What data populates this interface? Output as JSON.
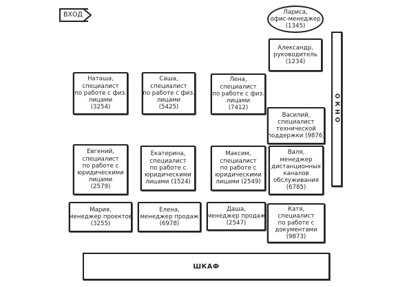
{
  "entrance": {
    "label": "ВХОД"
  },
  "window": {
    "label": "ОКНО"
  },
  "cabinet": {
    "label": "ШКАФ"
  },
  "office_manager": {
    "lines": [
      "Лариса,",
      "офис-менеджер",
      "(1345)"
    ]
  },
  "desks": {
    "alexander": {
      "lines": [
        "Александр,",
        "руководитель",
        "(1234)"
      ]
    },
    "natasha": {
      "lines": [
        "Наташа,",
        "специалист",
        "по работе с физ.",
        "лицами",
        "(3254)"
      ]
    },
    "sasha": {
      "lines": [
        "Саша,",
        "специалист",
        "по работе с физ.",
        "лицами",
        "(5425)"
      ]
    },
    "lena": {
      "lines": [
        "Лена,",
        "специалист",
        "по работе с физ.",
        "лицами",
        "(7412)"
      ]
    },
    "vasily": {
      "lines": [
        "Василий,",
        "специалист",
        "технической",
        "поддержки (9876)"
      ]
    },
    "evgeny": {
      "lines": [
        "Евгений,",
        "специалист",
        "по работе с",
        "юридическими",
        "лицами",
        "(2579)"
      ]
    },
    "ekaterina": {
      "lines": [
        "Екатерина,",
        "специалист",
        "по работе с",
        "юридическими",
        "лицами (1524)"
      ]
    },
    "maxim": {
      "lines": [
        "Максим,",
        "специалист",
        "по работе с",
        "юридическими",
        "лицами (2549)"
      ]
    },
    "valya": {
      "lines": [
        "Валя,",
        "менеджер",
        "дистанционных",
        "каналов",
        "обслуживания",
        "(6785)"
      ]
    },
    "maria": {
      "lines": [
        "Мария,",
        "менеджер проектов",
        "(3255)"
      ]
    },
    "elena": {
      "lines": [
        "Елена,",
        "менеджер продаж",
        "(6978)"
      ]
    },
    "dasha": {
      "lines": [
        "Даша,",
        "менеджер продаж",
        "(2547)"
      ]
    },
    "katya": {
      "lines": [
        "Катя,",
        "специалист",
        "по работе с",
        "документами",
        "(9873)"
      ]
    }
  }
}
